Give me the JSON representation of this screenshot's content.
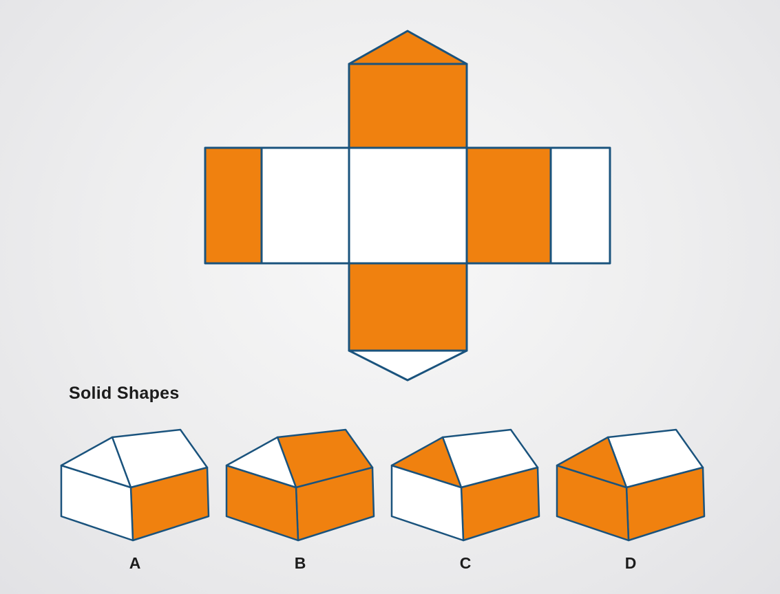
{
  "colors": {
    "orange": "#F0810F",
    "white": "#FFFFFF",
    "outline": "#1A537D",
    "text": "#1C1C1C",
    "background_center": "#F8F8F8",
    "background_edge": "#E2E2E5"
  },
  "net": {
    "description": "unfolded net of a pentagonal (house-shaped) prism",
    "faces": {
      "top_triangle": "orange",
      "top_rect": "orange",
      "strip_1": "orange",
      "strip_2": "white",
      "strip_3": "white",
      "strip_4": "orange",
      "strip_5": "white",
      "bottom_rect": "orange",
      "bottom_triangle": "white"
    }
  },
  "section_title": "Solid Shapes",
  "options": [
    {
      "label": "A",
      "faces": {
        "gable_triangle": "white",
        "gable_wall": "white",
        "roof": "white",
        "side_wall": "orange"
      }
    },
    {
      "label": "B",
      "faces": {
        "gable_triangle": "white",
        "gable_wall": "orange",
        "roof": "orange",
        "side_wall": "orange"
      }
    },
    {
      "label": "C",
      "faces": {
        "gable_triangle": "orange",
        "gable_wall": "white",
        "roof": "white",
        "side_wall": "orange"
      }
    },
    {
      "label": "D",
      "faces": {
        "gable_triangle": "orange",
        "gable_wall": "orange",
        "roof": "white",
        "side_wall": "orange"
      }
    }
  ]
}
